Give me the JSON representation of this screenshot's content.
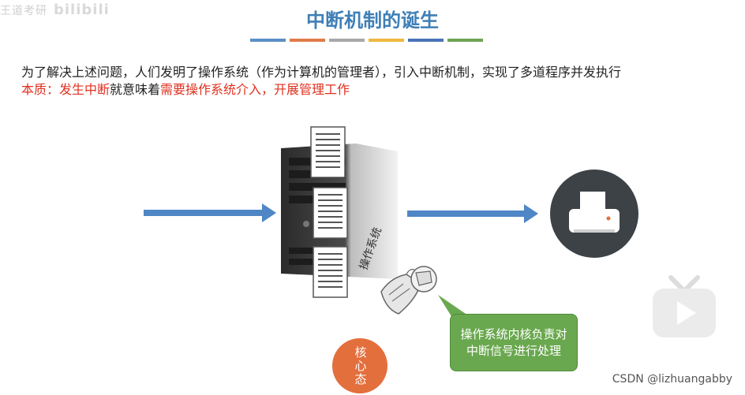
{
  "watermark": {
    "left_text": "王道考研",
    "brand_text": "bilibili"
  },
  "title": "中断机制的诞生",
  "color_bars": [
    "#5b8fc6",
    "#e07b4a",
    "#a8a8a8",
    "#f0b83e",
    "#4a74b8",
    "#6fa354"
  ],
  "text": {
    "line1": "为了解决上述问题，人们发明了操作系统（作为计算机的管理者），引入中断机制，实现了多道程序并发执行",
    "line2_a": "本质：发生中断",
    "line2_b": "就意味着",
    "line2_c": "需要操作系统介入，开展管理工作"
  },
  "os_label": "操作系统",
  "callout": "操作系统内核负责对中断信号进行处理",
  "core_label": "核心态",
  "footer": "CSDN @lizhuangabby",
  "icons": [
    "server-icon",
    "document-icon",
    "printer-icon",
    "os-person-icon",
    "play-logo-icon"
  ]
}
